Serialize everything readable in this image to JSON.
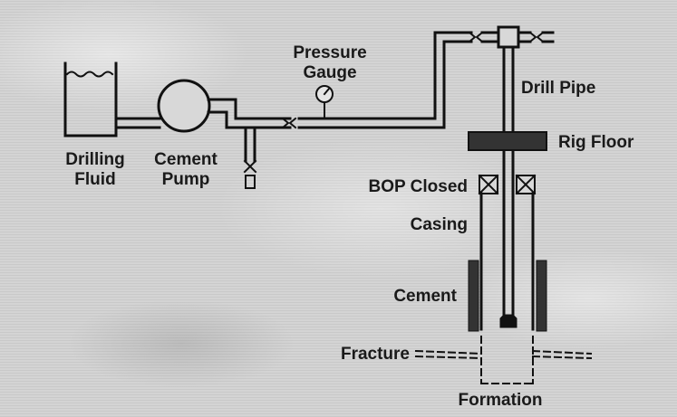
{
  "labels": {
    "drilling_fluid_line1": "Drilling",
    "drilling_fluid_line2": "Fluid",
    "cement_pump_line1": "Cement",
    "cement_pump_line2": "Pump",
    "pressure_gauge_line1": "Pressure",
    "pressure_gauge_line2": "Gauge",
    "drill_pipe": "Drill Pipe",
    "rig_floor": "Rig Floor",
    "bop_closed": "BOP Closed",
    "casing": "Casing",
    "cement": "Cement",
    "fracture": "Fracture",
    "formation": "Formation"
  }
}
